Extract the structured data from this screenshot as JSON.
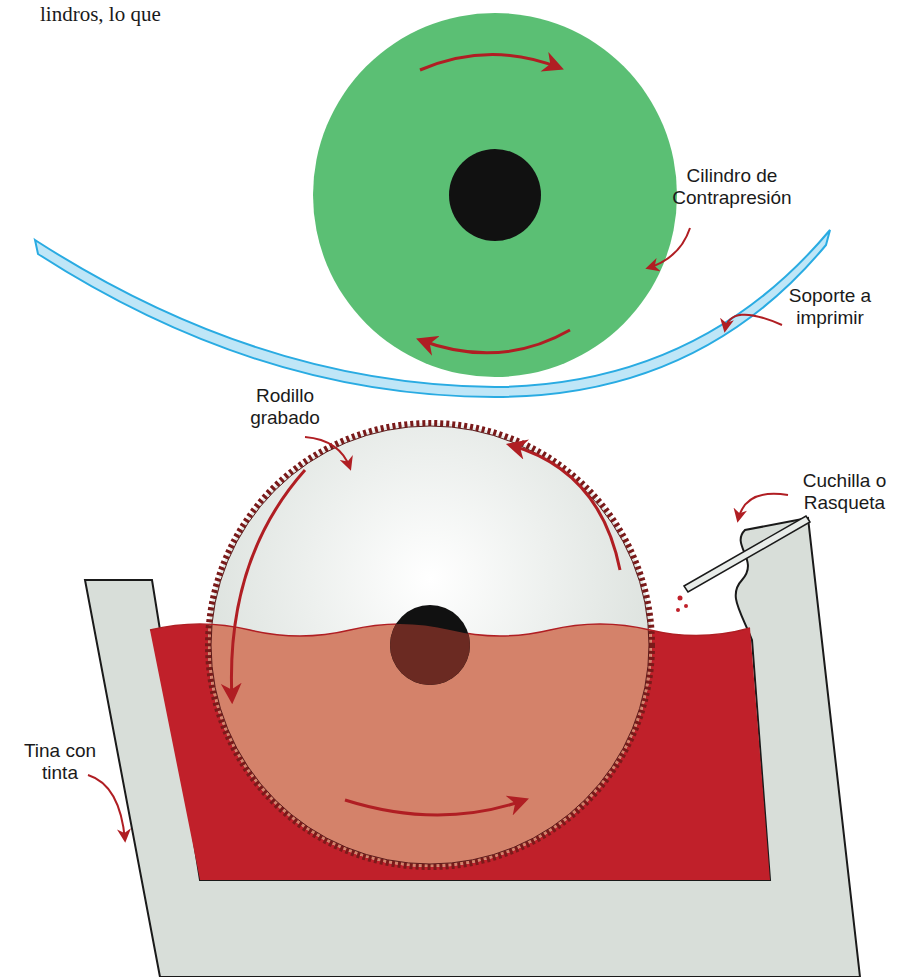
{
  "diagram": {
    "labels": [
      "lindros, lo que",
      "Cilindro de Contrapresión",
      "Soporte a imprimir",
      "Rodillo grabado",
      "Cuchilla o Rasqueta",
      "Tina con tinta"
    ]
  }
}
